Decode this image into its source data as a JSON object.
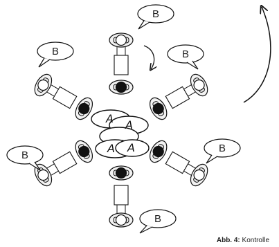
{
  "figure": {
    "caption_label": "Abb. 4:",
    "caption_text": "Kontrolle",
    "outer_label": "B",
    "inner_label": "A"
  }
}
